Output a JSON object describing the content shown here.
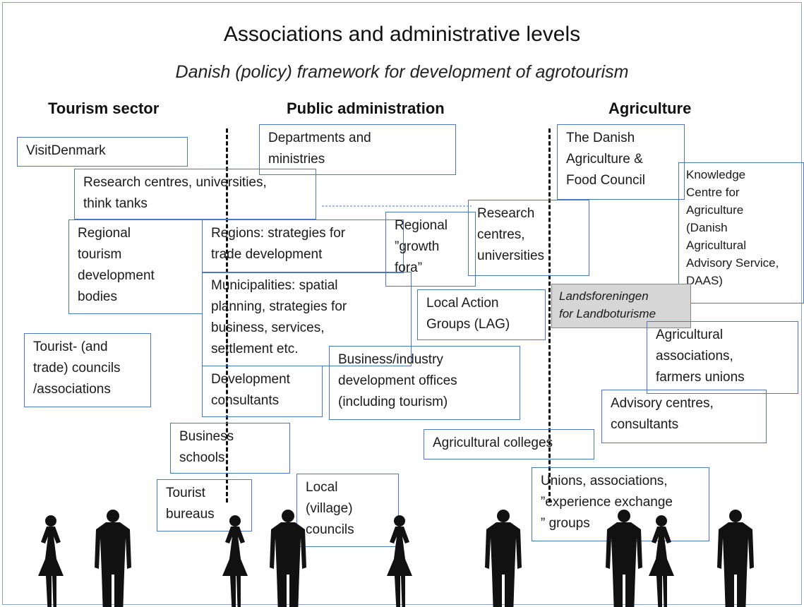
{
  "title": "Associations and administrative levels",
  "subtitle": "Danish (policy) framework for development of agrotourism",
  "columns": {
    "tourism": "Tourism sector",
    "public": "Public administration",
    "agriculture": "Agriculture"
  },
  "boxes": {
    "visitdenmark": "VisitDenmark",
    "departments": "Departments and\nministries",
    "research_universities": "Research centres, universities,\nthink tanks",
    "regional_tourism": "Regional\ntourism\ndevelopment\nbodies",
    "regions": "Regions: strategies for\ntrade development",
    "regional_growth": "Regional\n”growth\nfora”",
    "research_centres": "Research\ncentres,\nuniversities",
    "municipalities": "Municipalities: spatial\nplanning, strategies for\nbusiness, services,\nsettlement etc.",
    "local_action": "Local Action\nGroups (LAG)",
    "tourist_councils": "Tourist- (and\ntrade) councils\n/associations",
    "development_consultants": "Development\nconsultants",
    "business_offices": "Business/industry\ndevelopment offices\n(including tourism)",
    "business_schools": "Business\nschools",
    "tourist_bureaus": "Tourist\nbureaus",
    "local_councils": "Local\n(village)\ncouncils",
    "danish_agri_council": "The Danish\nAgriculture &\nFood Council",
    "knowledge_centre": "Knowledge\nCentre for\nAgriculture\n(Danish\nAgricultural\nAdvisory Service,\nDAAS)",
    "landsforeningen": "Landsforeningen\nfor Landboturisme",
    "agri_associations": "Agricultural\nassociations,\nfarmers unions",
    "advisory_centres": "Advisory centres,\nconsultants",
    "agri_colleges": "Agricultural colleges",
    "unions": "Unions, associations,\n”experience exchange\n” groups"
  },
  "colors": {
    "box_border": "#4a78c2",
    "highlight_fill": "#d6d6d6",
    "silhouette": "#111111"
  }
}
